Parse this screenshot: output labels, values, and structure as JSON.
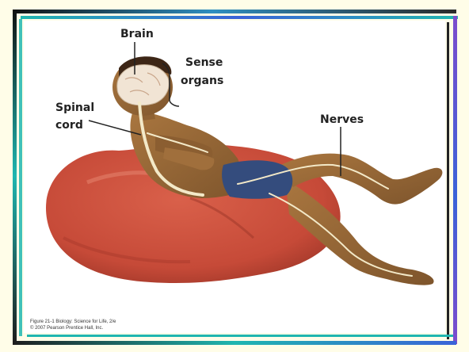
{
  "labels": {
    "brain": "Brain",
    "sense_line1": "Sense",
    "sense_line2": "organs",
    "spinal_line1": "Spinal",
    "spinal_line2": "cord",
    "nerves": "Nerves"
  },
  "caption": {
    "line1": "Figure 21-1  Biology: Science for Life, 2/e",
    "line2": "© 2007 Pearson Prentice Hall, Inc."
  },
  "colors": {
    "page_background": "#fffde8",
    "frame_dark": "#1d1d1d",
    "frame_teal": "#1fb6b0",
    "frame_blue": "#3a63d8",
    "frame_purple": "#7d4ccd",
    "beanbag": "#c64a38",
    "skin": "#9a6a3a",
    "shorts": "#344c7d",
    "brain": "#f1e4d4",
    "nerve": "#f3e9c8"
  },
  "icons": {
    "beanbag": "beanbag-illustration",
    "person": "seated-person-illustration",
    "brain": "brain-illustration",
    "nerves": "nerve-lines"
  }
}
